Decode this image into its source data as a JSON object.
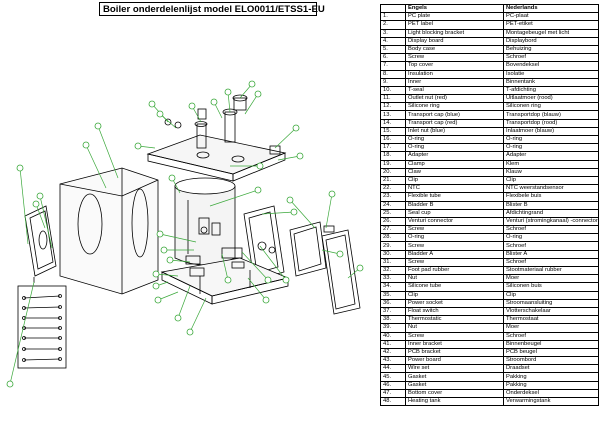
{
  "title": "Boiler onderdelenlijst model ELO0011/ETSS1-EU",
  "table": {
    "headers": [
      "",
      "Engels",
      "Nederlands"
    ],
    "rows": [
      [
        "1.",
        "PC plate",
        "PC-plaat"
      ],
      [
        "2.",
        "PET label",
        "PET-etiket"
      ],
      [
        "3.",
        "Light blocking bracket",
        "Montagebeugel met licht"
      ],
      [
        "4.",
        "Display board",
        "Displaybord"
      ],
      [
        "5.",
        "Body case",
        "Behuizing"
      ],
      [
        "6.",
        "Screw",
        "Schroef"
      ],
      [
        "7.",
        "Top cover",
        "Bovendeksel"
      ],
      [
        "8.",
        "Insulation",
        "Isolatie"
      ],
      [
        "9.",
        "Inner",
        "Binnentank"
      ],
      [
        "10.",
        "T-seal",
        "T-afdichting"
      ],
      [
        "11.",
        "Outlet nut (red)",
        "Uitlaatmoer (rood)"
      ],
      [
        "12.",
        "Silicone ring",
        "Siliconen ring"
      ],
      [
        "13.",
        "Transport cap (blue)",
        "Transportdop (blauw)"
      ],
      [
        "14.",
        "Transport cap (red)",
        "Transportdop (rood)"
      ],
      [
        "15.",
        "Inlet nut (blue)",
        "Inlaatmoer (blauw)"
      ],
      [
        "16.",
        "O-ring",
        "O-ring"
      ],
      [
        "17.",
        "O-ring",
        "O-ring"
      ],
      [
        "18.",
        "Adapter",
        "Adapter"
      ],
      [
        "19.",
        "Clamp",
        "Klem"
      ],
      [
        "20.",
        "Claw",
        "Klauw"
      ],
      [
        "21.",
        "Clip",
        "Clip"
      ],
      [
        "22.",
        "NTC",
        "NTC weerstandsensor"
      ],
      [
        "23.",
        "Flexible tube",
        "Flexibele buis"
      ],
      [
        "24.",
        "Bladder B",
        "Blister B"
      ],
      [
        "25.",
        "Seal cup",
        "Afdichtingrand"
      ],
      [
        "26.",
        "Venturi connector",
        "Venturi (stromingkanaal) -connector"
      ],
      [
        "27.",
        "Screw",
        "Schroef"
      ],
      [
        "28.",
        "O-ring",
        "O-ring"
      ],
      [
        "29.",
        "Screw",
        "Schroef"
      ],
      [
        "30.",
        "Bladder A",
        "Blister A"
      ],
      [
        "31.",
        "Screw",
        "Schroef"
      ],
      [
        "32.",
        "Foot pad rubber",
        "Stootmateriaal rubber"
      ],
      [
        "33.",
        "Nut",
        "Moer"
      ],
      [
        "34.",
        "Silicone tube",
        "Siliconen buis"
      ],
      [
        "35.",
        "Clip",
        "Clip"
      ],
      [
        "36.",
        "Power socket",
        "Stroomaansluiting"
      ],
      [
        "37.",
        "Float switch",
        "Vlotterschakelaar"
      ],
      [
        "38.",
        "Thermostatic",
        "Thermostaat"
      ],
      [
        "39.",
        "Nut",
        "Moer"
      ],
      [
        "40.",
        "Screw",
        "Schroef"
      ],
      [
        "41.",
        "Inner bracket",
        "Binnenbeugel"
      ],
      [
        "42.",
        "PCB bracket",
        "PCB beugel"
      ],
      [
        "43.",
        "Power board",
        "Stroombord"
      ],
      [
        "44.",
        "Wire set",
        "Draadset"
      ],
      [
        "45.",
        "Gasket",
        "Pakking"
      ],
      [
        "46.",
        "Gasket",
        "Pakking"
      ],
      [
        "47.",
        "Bottom cover",
        "Onderdeksel"
      ],
      [
        "48.",
        "Heating tank",
        "Verwarmingstank"
      ]
    ]
  },
  "colors": {
    "leader": "#3aa83a",
    "line": "#000000"
  }
}
